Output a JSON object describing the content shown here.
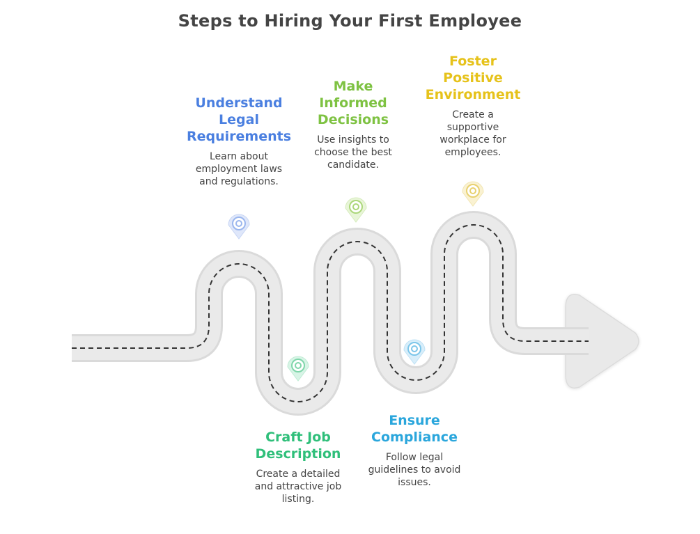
{
  "title": "Steps to Hiring Your First Employee",
  "steps": [
    {
      "title": "Understand Legal Requirements",
      "title_lines": [
        "Understand",
        "Legal",
        "Requirements"
      ],
      "description": "Learn about employment laws and regulations.",
      "description_lines": [
        "Learn about",
        "employment laws",
        "and regulations."
      ],
      "color": "#4a7fe0"
    },
    {
      "title": "Craft Job Description",
      "title_lines": [
        "Craft Job",
        "Description"
      ],
      "description": "Create a detailed and attractive job listing.",
      "description_lines": [
        "Create a detailed",
        "and attractive job",
        "listing."
      ],
      "color": "#2fbf7a"
    },
    {
      "title": "Make Informed Decisions",
      "title_lines": [
        "Make",
        "Informed",
        "Decisions"
      ],
      "description": "Use insights to choose the best candidate.",
      "description_lines": [
        "Use insights to",
        "choose the best",
        "candidate."
      ],
      "color": "#7ec242"
    },
    {
      "title": "Ensure Compliance",
      "title_lines": [
        "Ensure",
        "Compliance"
      ],
      "description": "Follow legal guidelines to avoid issues.",
      "description_lines": [
        "Follow legal",
        "guidelines to avoid",
        "issues."
      ],
      "color": "#2aa6dc"
    },
    {
      "title": "Foster Positive Environment",
      "title_lines": [
        "Foster",
        "Positive",
        "Environment"
      ],
      "description": "Create a supportive workplace for employees.",
      "description_lines": [
        "Create a",
        "supportive",
        "workplace for",
        "employees."
      ],
      "color": "#e6c21a"
    }
  ]
}
